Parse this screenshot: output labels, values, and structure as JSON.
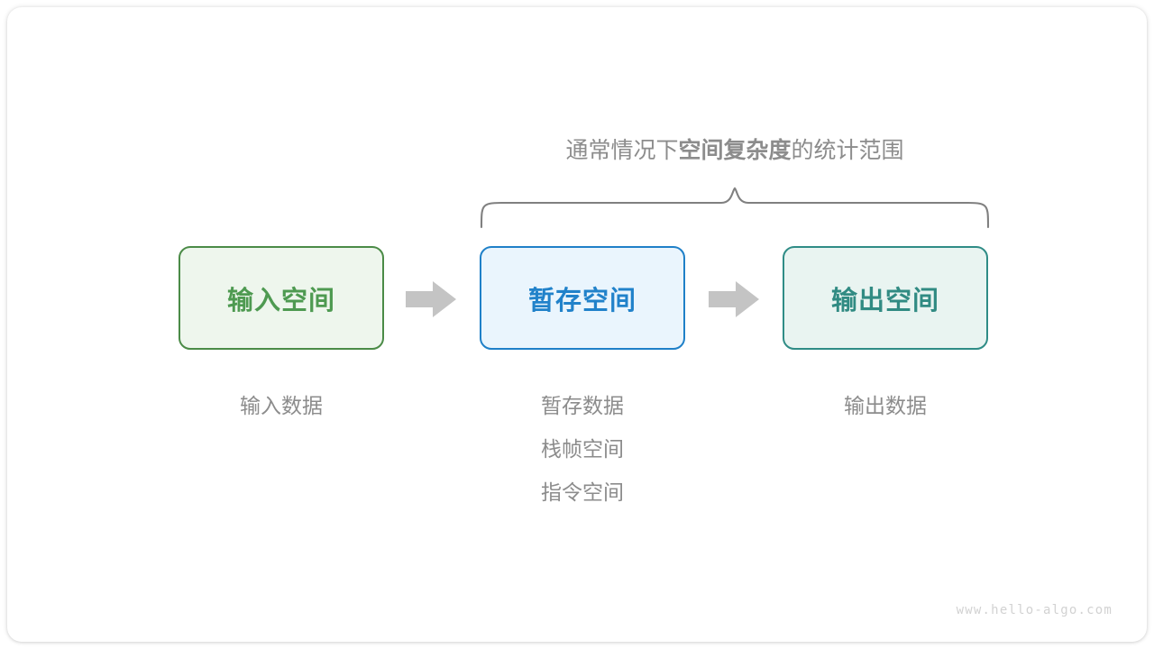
{
  "diagram": {
    "title_prefix": "通常情况下",
    "title_bold": "空间复杂度",
    "title_suffix": "的统计范围",
    "brace_label_full": "通常情况下空间复杂度的统计范围",
    "boxes": [
      {
        "id": "input-space",
        "label": "输入空间",
        "fill": "#eef6ed",
        "border": "#4b8b47",
        "text_color": "#4e9a51",
        "sublabels": [
          "输入数据"
        ]
      },
      {
        "id": "temp-space",
        "label": "暂存空间",
        "fill": "#eaf5fd",
        "border": "#1f80c8",
        "text_color": "#2182ca",
        "sublabels": [
          "暂存数据",
          "栈帧空间",
          "指令空间"
        ]
      },
      {
        "id": "output-space",
        "label": "输出空间",
        "fill": "#e9f4f1",
        "border": "#2f8c86",
        "text_color": "#318b83",
        "sublabels": [
          "输出数据"
        ]
      }
    ],
    "arrows": [
      {
        "id": "arrow-input-to-temp",
        "icon": "right-arrow-icon",
        "color": "#c4c4c4"
      },
      {
        "id": "arrow-temp-to-output",
        "icon": "right-arrow-icon",
        "color": "#c4c4c4"
      }
    ],
    "brace": {
      "icon": "curly-brace-icon",
      "color": "#808080",
      "covers": [
        "暂存空间",
        "输出空间"
      ]
    },
    "watermark": "www.hello-algo.com",
    "background": "#ffffff",
    "muted_text_color": "#8c8c8c"
  }
}
